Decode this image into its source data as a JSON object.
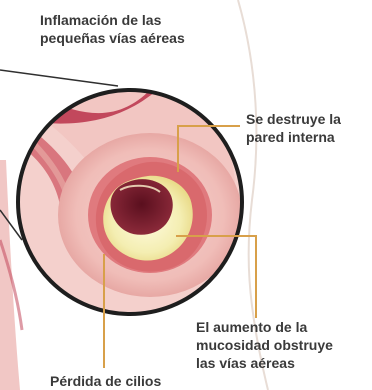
{
  "labels": {
    "inflammation": "Inflamación de las\npequeñas vías aéreas",
    "inner_wall": "Se destruye la\npared interna",
    "mucus": "El aumento de la\nmucosidad obstruye\nlas vías aéreas",
    "cilia": "Pérdida de cilios"
  },
  "colors": {
    "airway_outer": "#f1c3c0",
    "airway_dark": "#c2485c",
    "wall_inner": "#e07a7e",
    "mucus": "#f4eeb2",
    "lumen": "#7a1e2e",
    "leader_orange": "#d8a04a",
    "leader_dark": "#2f2f2f"
  }
}
